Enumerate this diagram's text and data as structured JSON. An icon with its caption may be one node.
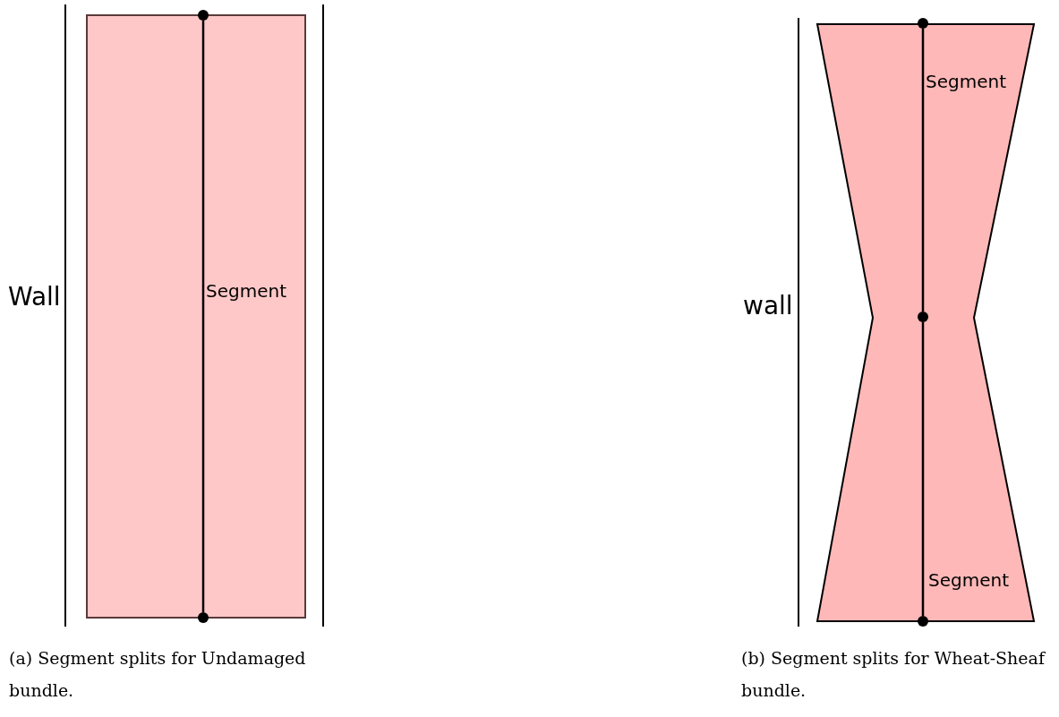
{
  "diagram": {
    "nodes": [
      {
        "text": [],
        "shape": "circle"
      },
      {
        "text": [],
        "shape": "circle"
      },
      {
        "text": [],
        "shape": "circle"
      },
      {
        "text": [],
        "shape": "circle"
      },
      {
        "text": [],
        "shape": "circle"
      }
    ],
    "edges": [
      {
        "from": 0,
        "to": 1,
        "arrow": "none",
        "label": "Segment"
      },
      {
        "from": 2,
        "to": 3,
        "arrow": "none",
        "label": "Segment"
      },
      {
        "from": 3,
        "to": 4,
        "arrow": "none",
        "label": "Segment"
      }
    ],
    "labels": [
      "Wall",
      "wall",
      "(a) Segment splits for Undamaged bundle.",
      "(b) Segment splits for Wheat-Sheaf bundle."
    ]
  }
}
